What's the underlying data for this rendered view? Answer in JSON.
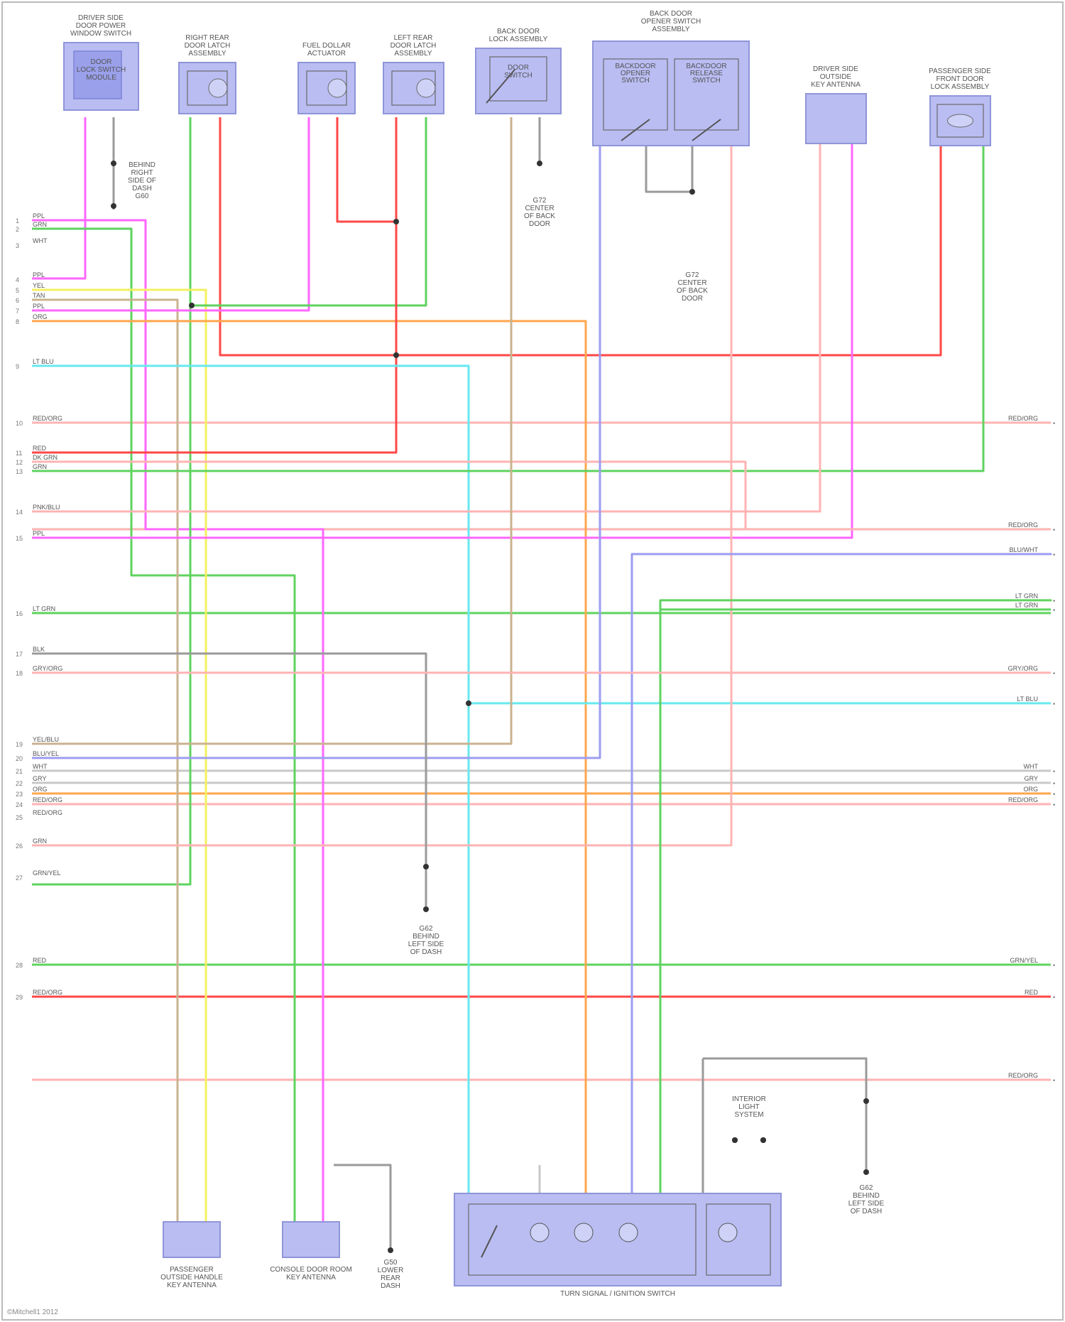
{
  "page": {
    "footer": "©Mitchell1 2012",
    "background": "#ffffff",
    "frame_color": "#bbbbbb"
  },
  "top_components": [
    {
      "id": "driver_window",
      "caption": "DRIVER SIDE\nDOOR POWER\nWINDOW SWITCH",
      "inner": "DOOR\nLOCK SWITCH\nMODULE"
    },
    {
      "id": "rr_door_latch",
      "caption": "RIGHT REAR\nDOOR LATCH\nASSEMBLY",
      "inner": ""
    },
    {
      "id": "fuel_door_latch",
      "caption": "FUEL DOLLAR\nACTUATOR",
      "inner": ""
    },
    {
      "id": "lr_door_latch",
      "caption": "LEFT REAR\nDOOR LATCH\nASSEMBLY",
      "inner": ""
    },
    {
      "id": "back_door_latch",
      "caption": "BACK DOOR\nLOCK ASSEMBLY",
      "inner": "DOOR\nSWITCH"
    },
    {
      "id": "back_door_opener",
      "caption": "BACK DOOR\nOPENER SWITCH\nASSEMBLY",
      "inner": "BACKDOOR\nOPENER\nSWITCH|BACKDOOR\nRELEASE\nSWITCH"
    },
    {
      "id": "driver_side_antenna",
      "caption": "DRIVER SIDE\nOUTSIDE\nKEY ANTENNA",
      "inner": ""
    },
    {
      "id": "passenger_door_lock",
      "caption": "PASSENGER SIDE\nFRONT DOOR\nLOCK ASSEMBLY",
      "inner": ""
    }
  ],
  "ground_labels": [
    {
      "id": "g1",
      "text": "BEHIND\nRIGHT\nSIDE OF\nDASH\nG60"
    },
    {
      "id": "g2",
      "text": "G72\nCENTER\nOF BACK\nDOOR"
    },
    {
      "id": "g3",
      "text": "G72\nCENTER\nOF BACK\nDOOR"
    },
    {
      "id": "g4",
      "text": "G62\nBEHIND\nLEFT SIDE\nOF DASH"
    },
    {
      "id": "g5",
      "text": "G50\nLOWER\nREAR\nDASH"
    },
    {
      "id": "g6",
      "text": "G62\nBEHIND\nLEFT SIDE\nOF DASH"
    }
  ],
  "bottom_components": [
    {
      "id": "passenger_antenna",
      "caption": "PASSENGER\nOUTSIDE HANDLE\nKEY ANTENNA"
    },
    {
      "id": "cabin_antenna",
      "caption": "CONSOLE DOOR ROOM\nKEY ANTENNA"
    },
    {
      "id": "steering_switch",
      "caption": "TURN SIGNAL / IGNITION SWITCH"
    },
    {
      "id": "interior_light",
      "caption": "INTERIOR\nLIGHT\nSYSTEM"
    }
  ],
  "left_rows": [
    {
      "pin": "1",
      "label": "PPL"
    },
    {
      "pin": "2",
      "label": "GRN"
    },
    {
      "pin": "3",
      "label": "WHT"
    },
    {
      "pin": "4",
      "label": "PPL"
    },
    {
      "pin": "5",
      "label": "YEL"
    },
    {
      "pin": "6",
      "label": "TAN"
    },
    {
      "pin": "7",
      "label": "PPL"
    },
    {
      "pin": "8",
      "label": "ORG"
    },
    {
      "pin": "9",
      "label": "LT BLU"
    },
    {
      "pin": "10",
      "label": "RED/ORG"
    },
    {
      "pin": "11",
      "label": "RED"
    },
    {
      "pin": "12",
      "label": "DK GRN"
    },
    {
      "pin": "13",
      "label": "GRN"
    },
    {
      "pin": "14",
      "label": "PNK/BLU"
    },
    {
      "pin": "15",
      "label": "PPL"
    },
    {
      "pin": "16",
      "label": "LT GRN"
    },
    {
      "pin": "17",
      "label": "BLK"
    },
    {
      "pin": "18",
      "label": "GRY/ORG"
    },
    {
      "pin": "19",
      "label": "YEL/BLU"
    },
    {
      "pin": "20",
      "label": "BLU/YEL"
    },
    {
      "pin": "21",
      "label": "WHT"
    },
    {
      "pin": "22",
      "label": "GRY"
    },
    {
      "pin": "23",
      "label": "ORG"
    },
    {
      "pin": "24",
      "label": "RED/ORG"
    },
    {
      "pin": "25",
      "label": "RED/ORG"
    },
    {
      "pin": "26",
      "label": "GRN"
    },
    {
      "pin": "27",
      "label": "GRN/YEL"
    },
    {
      "pin": "28",
      "label": "RED"
    },
    {
      "pin": "29",
      "label": "RED/ORG"
    }
  ],
  "right_rows": [
    {
      "label": "RED/ORG"
    },
    {
      "label": "RED/ORG"
    },
    {
      "label": "BLU/WHT"
    },
    {
      "label": "LT GRN"
    },
    {
      "label": "LT GRN"
    },
    {
      "label": "GRY/ORG"
    },
    {
      "label": "LT BLU"
    },
    {
      "label": "WHT"
    },
    {
      "label": "GRY"
    },
    {
      "label": "ORG"
    },
    {
      "label": "RED/ORG"
    },
    {
      "label": "GRN/YEL"
    },
    {
      "label": "RED"
    },
    {
      "label": "RED/ORG"
    }
  ],
  "wire_colors": {
    "pink": "#ff66ff",
    "green": "#5fd35f",
    "red": "#ff4747",
    "yellow": "#f5f060",
    "tan": "#c9b38f",
    "orange": "#ffa64d",
    "cyan": "#66e8f0",
    "salmon": "#ffb3b3",
    "gray": "#c8c8c8",
    "blue": "#9c9cf2",
    "dark": "#9a9a9a"
  }
}
